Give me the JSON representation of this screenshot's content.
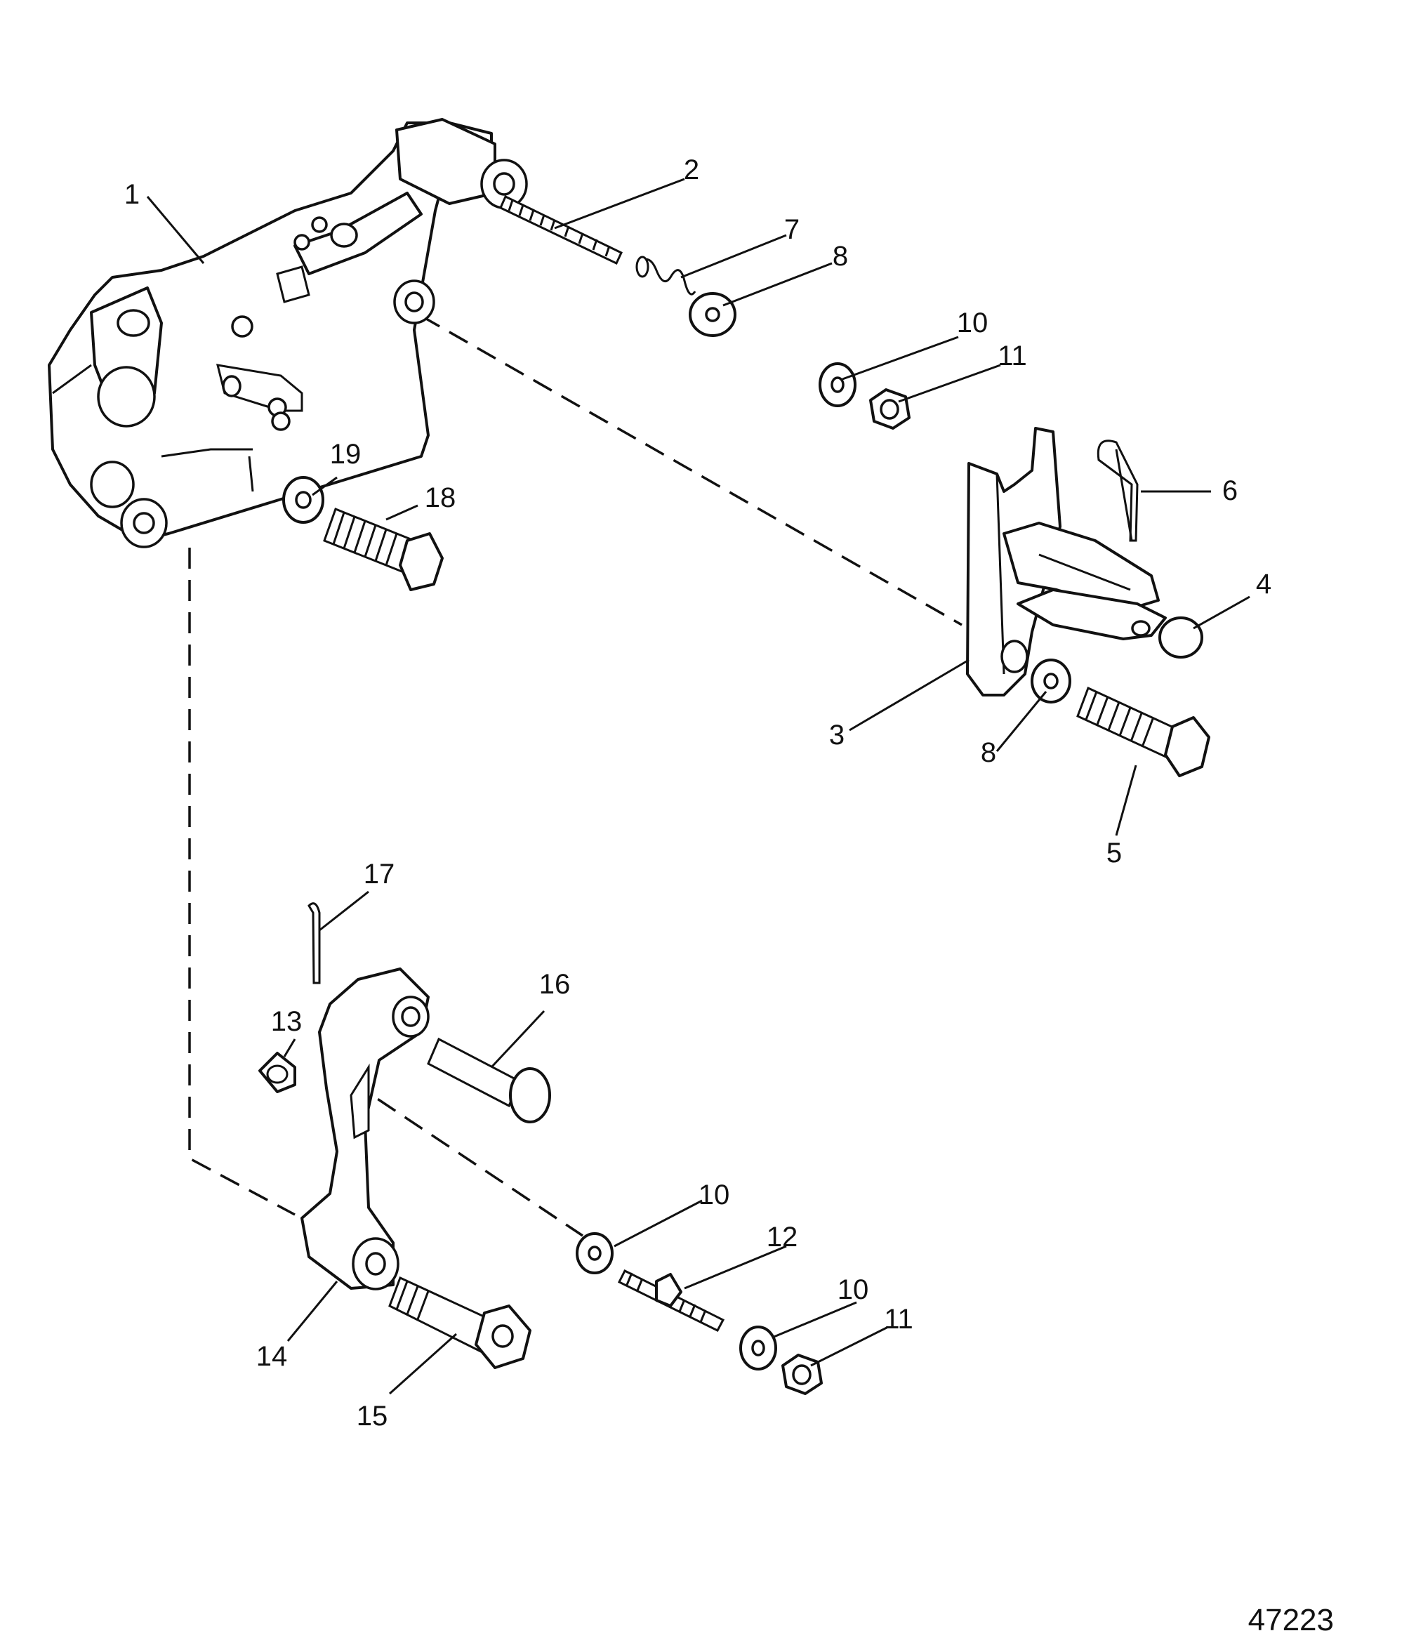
{
  "figure_number": "47223",
  "callouts": [
    {
      "id": "c1",
      "text": "1"
    },
    {
      "id": "c2",
      "text": "2"
    },
    {
      "id": "c3",
      "text": "3"
    },
    {
      "id": "c4",
      "text": "4"
    },
    {
      "id": "c5",
      "text": "5"
    },
    {
      "id": "c6",
      "text": "6"
    },
    {
      "id": "c7",
      "text": "7"
    },
    {
      "id": "c8a",
      "text": "8"
    },
    {
      "id": "c8b",
      "text": "8"
    },
    {
      "id": "c10a",
      "text": "10"
    },
    {
      "id": "c10b",
      "text": "10"
    },
    {
      "id": "c10c",
      "text": "10"
    },
    {
      "id": "c11a",
      "text": "11"
    },
    {
      "id": "c11b",
      "text": "11"
    },
    {
      "id": "c12",
      "text": "12"
    },
    {
      "id": "c13",
      "text": "13"
    },
    {
      "id": "c14",
      "text": "14"
    },
    {
      "id": "c15",
      "text": "15"
    },
    {
      "id": "c16",
      "text": "16"
    },
    {
      "id": "c17",
      "text": "17"
    },
    {
      "id": "c18",
      "text": "18"
    },
    {
      "id": "c19",
      "text": "19"
    }
  ]
}
